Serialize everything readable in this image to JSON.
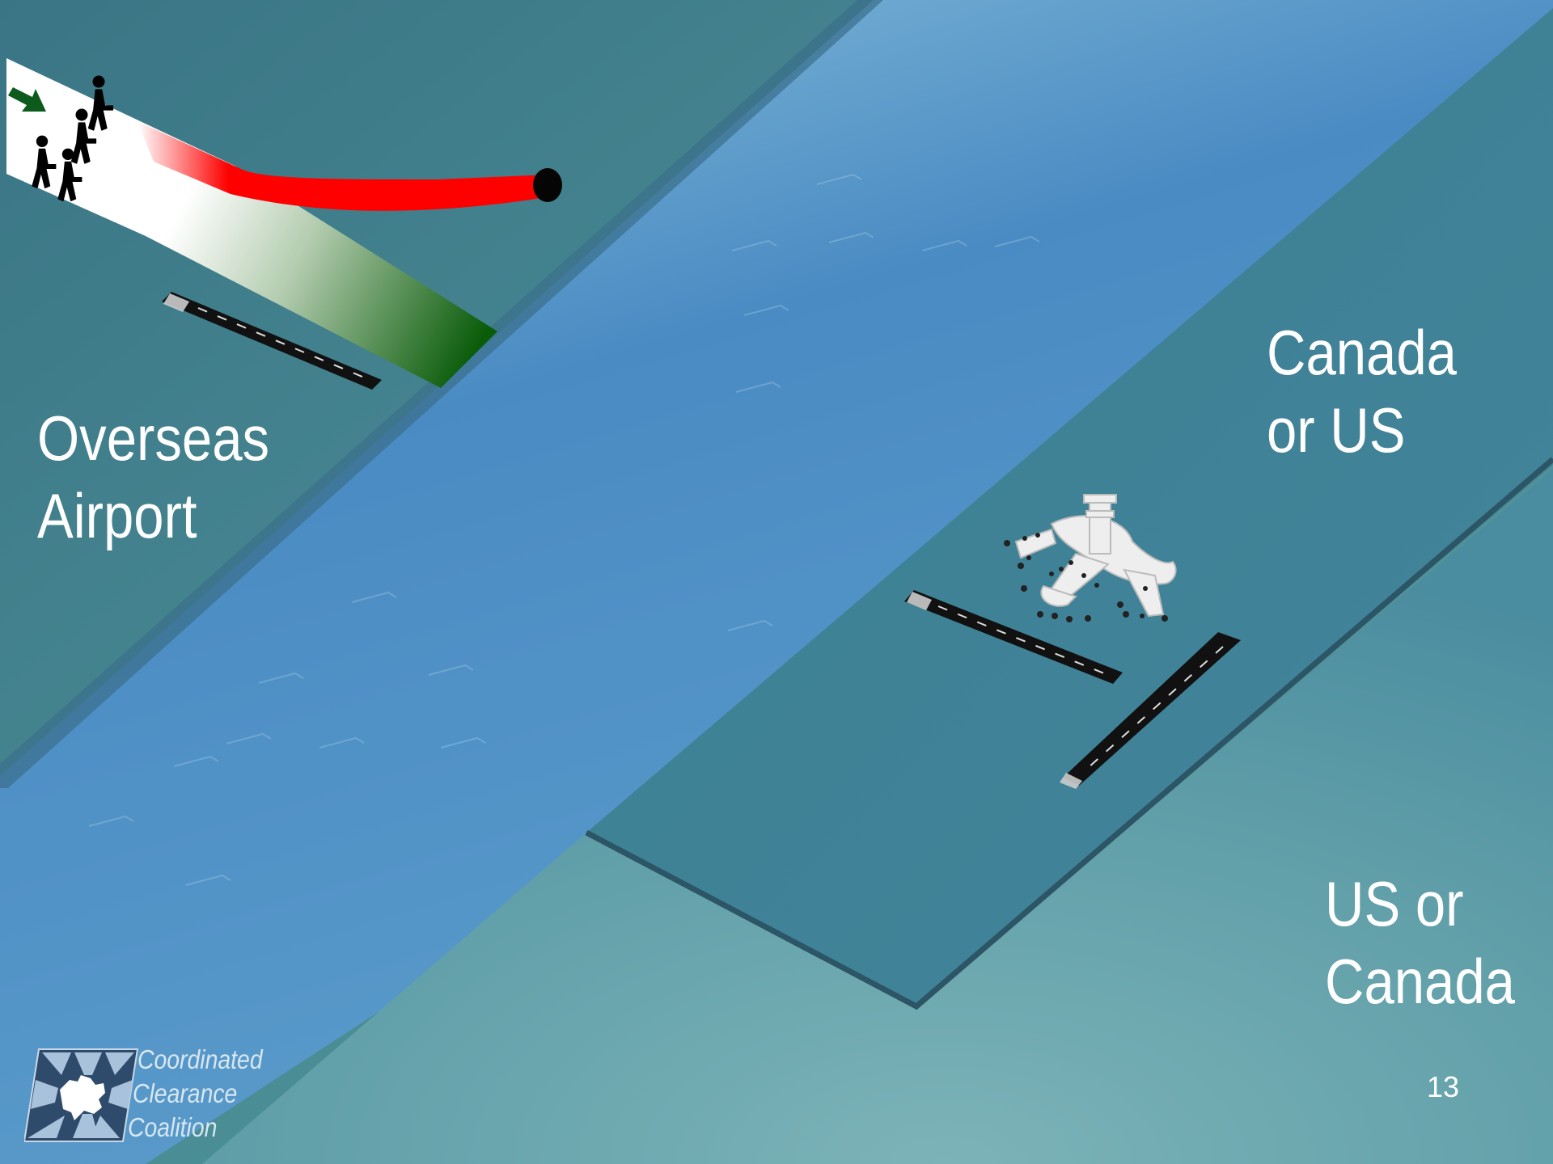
{
  "labels": {
    "overseas": [
      "Overseas",
      "Airport"
    ],
    "canada_or_us": [
      "Canada",
      "or US"
    ],
    "us_or_canada": [
      "US or",
      "Canada"
    ]
  },
  "logo": {
    "lines": [
      "Coordinated",
      "Clearance",
      "Coalition"
    ]
  },
  "slide_number": "13",
  "colors": {
    "ocean": "#4a8ec4",
    "land": "#3d7f8f",
    "route_red": "#ff0000",
    "route_green": "#0c5e0c",
    "arrow_green": "#0d5a1d",
    "runway": "#111111"
  },
  "icons": [
    "passengers-icon",
    "direction-arrow-icon",
    "runway-icon",
    "terminal-building-icon",
    "logo-map-icon"
  ]
}
